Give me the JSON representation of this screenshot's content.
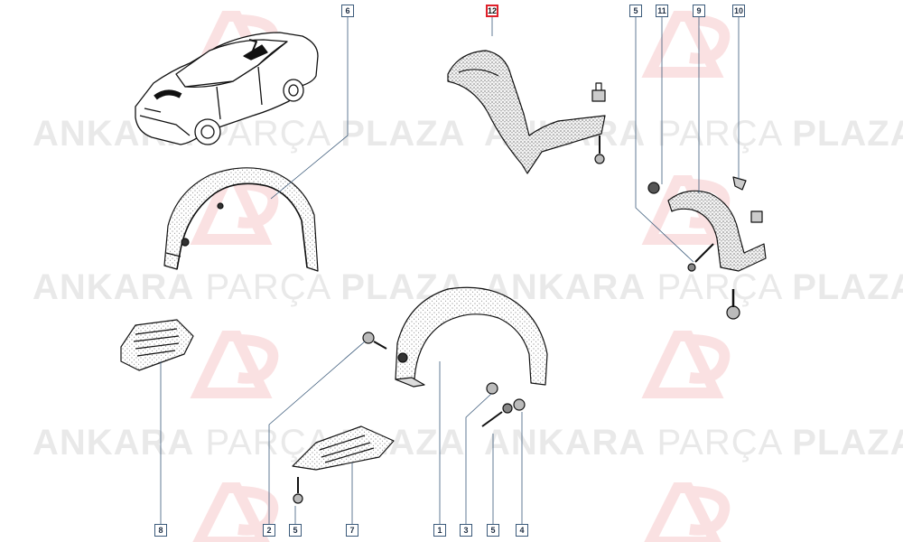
{
  "watermark": {
    "word1": "ANKARA",
    "word2": "PARÇA",
    "word3": "PLAZA",
    "color": "#8c8c8c",
    "logo_accent": "#e0202a"
  },
  "callouts": {
    "c6": "6",
    "c12": "12",
    "c5a": "5",
    "c11": "11",
    "c9": "9",
    "c10": "10",
    "c8": "8",
    "c2": "2",
    "c5b": "5",
    "c7": "7",
    "c1": "1",
    "c3": "3",
    "c5c": "5",
    "c4": "4"
  },
  "highlight_color": "#e0202a",
  "line_color": "#3b5a7a"
}
